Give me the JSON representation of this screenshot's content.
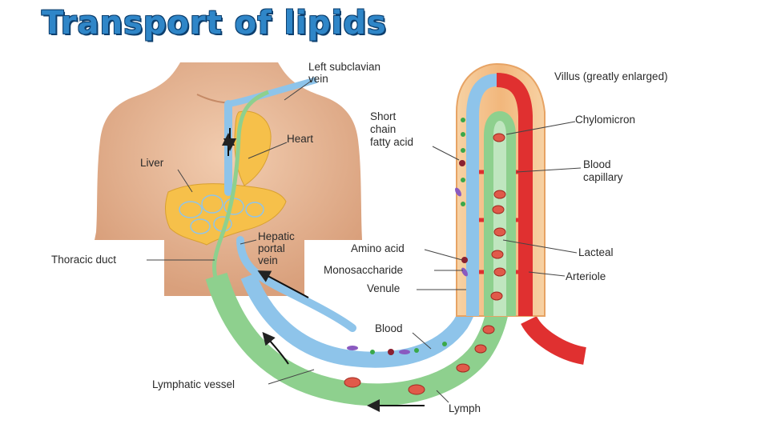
{
  "title": "Transport of lipids",
  "labels": {
    "left_subclavian_vein": [
      "Left subclavian",
      "vein"
    ],
    "heart": "Heart",
    "liver": "Liver",
    "short_chain_fatty_acid": [
      "Short",
      "chain",
      "fatty acid"
    ],
    "hepatic_portal_vein": [
      "Hepatic",
      "portal",
      "vein"
    ],
    "thoracic_duct": "Thoracic duct",
    "amino_acid": "Amino acid",
    "monosaccharide": "Monosaccharide",
    "venule": "Venule",
    "blood": "Blood",
    "lymphatic_vessel": "Lymphatic vessel",
    "lymph": "Lymph",
    "villus": "Villus (greatly enlarged)",
    "chylomicron": "Chylomicron",
    "blood_capillary": [
      "Blood",
      "capillary"
    ],
    "lacteal": "Lacteal",
    "arteriole": "Arteriole"
  },
  "colors": {
    "title": "#2f86c8",
    "skin": "#e8b896",
    "villus": "#f4c48e",
    "blood_vein": "#8ec4ea",
    "artery": "#e03030",
    "lymph": "#8ed08e",
    "organ": "#f6c04a"
  }
}
